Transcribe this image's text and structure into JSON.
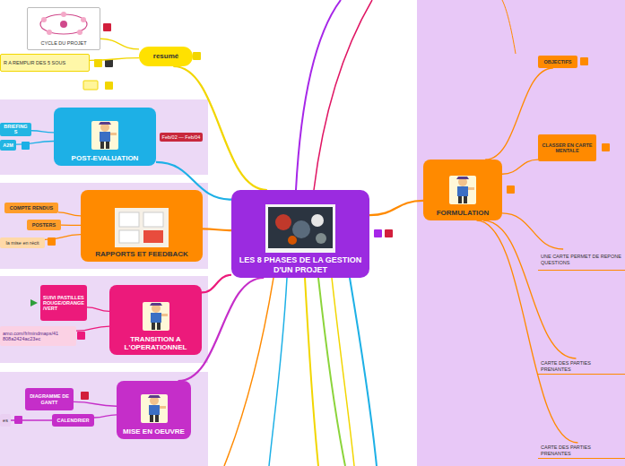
{
  "diagram": {
    "nodes": [
      {
        "text": [
          "LES 8 PHASES DE LA GESTION D'UN PROJET"
        ]
      },
      {
        "text": [
          "resumé"
        ]
      },
      {
        "text": [
          "CYCLE DU PROJET"
        ]
      },
      {
        "text": [
          "R A REMPLIR DES 5 SOUS"
        ]
      },
      {
        "text": [
          "POST-EVALUATION"
        ]
      },
      {
        "text": [
          "BRIEFINGS"
        ]
      },
      {
        "text": [
          "A2M"
        ]
      },
      {
        "text": [
          "RAPPORTS ET FEEDBACK"
        ]
      },
      {
        "text": [
          "COMPTE RENDUS"
        ]
      },
      {
        "text": [
          "POSTERS"
        ]
      },
      {
        "text": [
          "la mise en récit"
        ]
      },
      {
        "text": [
          "TRANSITION A L'OPERATIONNEL"
        ]
      },
      {
        "text": [
          "SUIVI PASTILLES ROUGE/ORANGE/VERT"
        ]
      },
      {
        "text": [
          "amo.com/fr/mindmaps/41 808a2424ac23ec"
        ]
      },
      {
        "text": [
          "MISE EN OEUVRE"
        ]
      },
      {
        "text": [
          "DIAGRAMME DE GANTT"
        ]
      },
      {
        "text": [
          "CALENDRIER"
        ]
      },
      {
        "text": [
          "es"
        ]
      },
      {
        "text": [
          "FORMULATION"
        ]
      },
      {
        "text": [
          "OBJECTIFS"
        ]
      },
      {
        "text": [
          "CLASSER EN CARTE MENTALE"
        ]
      },
      {
        "text": [
          "UNE CARTE PERMET DE REPONE QUESTIONS"
        ]
      },
      {
        "text": [
          "CARTE DES PARTIES PRENANTES"
        ]
      },
      {
        "text": [
          "CARTE DES PARTIES PRENANTES"
        ]
      }
    ],
    "edges": [
      {
        "from": 0,
        "to": 1,
        "arrow": "none"
      },
      {
        "from": 0,
        "to": 4,
        "arrow": "none"
      },
      {
        "from": 0,
        "to": 7,
        "arrow": "none"
      },
      {
        "from": 0,
        "to": 11,
        "arrow": "none"
      },
      {
        "from": 0,
        "to": 14,
        "arrow": "none"
      },
      {
        "from": 0,
        "to": 18,
        "arrow": "none"
      },
      {
        "from": 1,
        "to": 2,
        "arrow": "none"
      },
      {
        "from": 1,
        "to": 3,
        "arrow": "none"
      },
      {
        "from": 4,
        "to": 5,
        "arrow": "none"
      },
      {
        "from": 4,
        "to": 6,
        "arrow": "none"
      },
      {
        "from": 7,
        "to": 8,
        "arrow": "none"
      },
      {
        "from": 7,
        "to": 9,
        "arrow": "none"
      },
      {
        "from": 7,
        "to": 10,
        "arrow": "none"
      },
      {
        "from": 11,
        "to": 12,
        "arrow": "none"
      },
      {
        "from": 11,
        "to": 13,
        "arrow": "none"
      },
      {
        "from": 14,
        "to": 15,
        "arrow": "none"
      },
      {
        "from": 14,
        "to": 16,
        "arrow": "none"
      },
      {
        "from": 16,
        "to": 17,
        "arrow": "none"
      },
      {
        "from": 18,
        "to": 19,
        "arrow": "none"
      },
      {
        "from": 18,
        "to": 20,
        "arrow": "none"
      },
      {
        "from": 18,
        "to": 21,
        "arrow": "none"
      },
      {
        "from": 18,
        "to": 22,
        "arrow": "none"
      },
      {
        "from": 18,
        "to": 23,
        "arrow": "none"
      }
    ],
    "labels": [
      "Feb/02 — Feb/04"
    ]
  }
}
